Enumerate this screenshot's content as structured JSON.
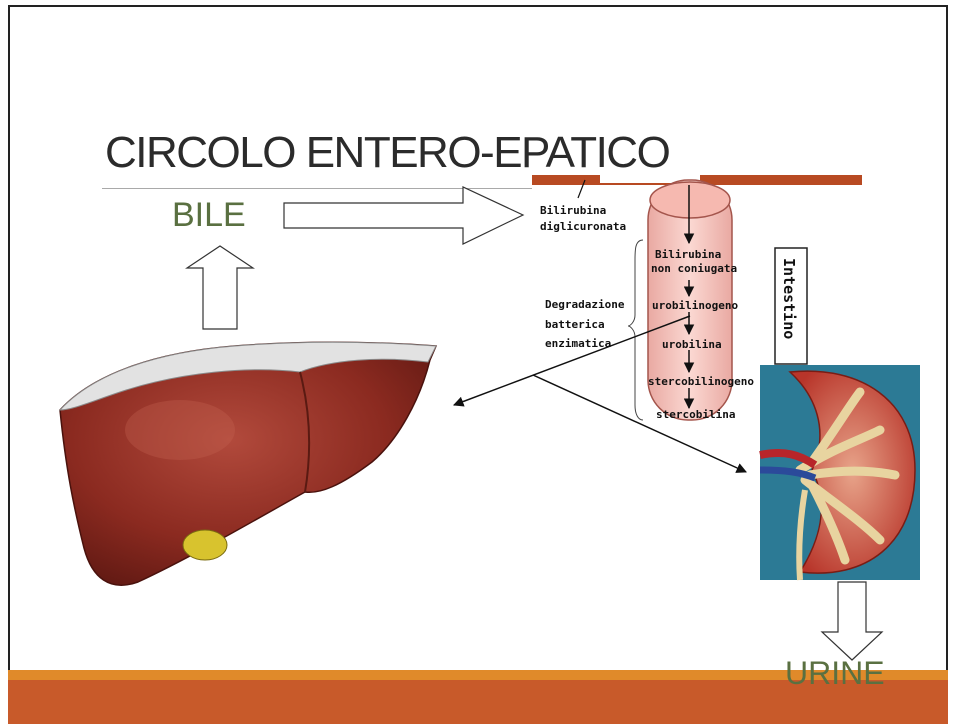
{
  "title": "CIRCOLO ENTERO-EPATICO",
  "labels": {
    "bile": "BILE",
    "urine": "URINE"
  },
  "intestine_diagram": {
    "left_top_label_line1": "Bilirubina",
    "left_top_label_line2": "diglicuronata",
    "left_mid_label_line1": "Degradazione",
    "left_mid_label_line2": "batterica",
    "left_mid_label_line3": "enzimatica",
    "steps": [
      "Bilirubina",
      "non coniugata",
      "urobilinogeno",
      "urobilina",
      "stercobilinogeno",
      "stercobilina"
    ],
    "side_label": "Intestino"
  },
  "colors": {
    "title": "#2b2b2b",
    "label_green": "#5a7041",
    "band_orange": "#c85a2a",
    "band_light": "#e08a2a",
    "liver": "#8b2a20",
    "tube": "#f6c6c0"
  }
}
